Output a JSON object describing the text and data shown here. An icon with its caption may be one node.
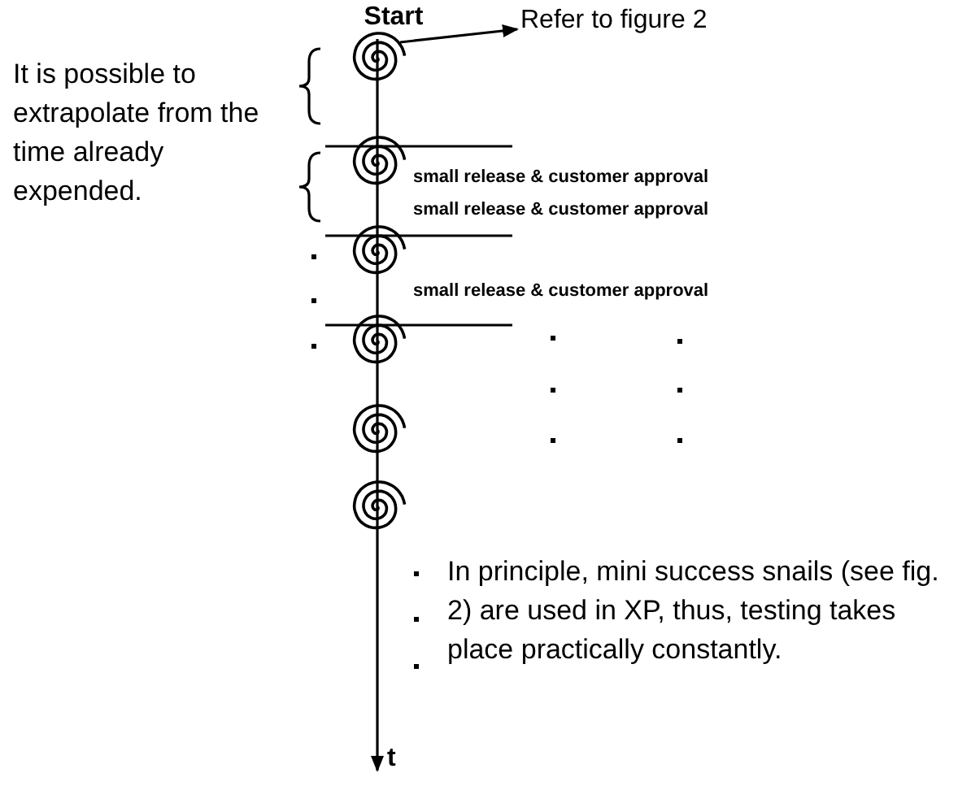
{
  "diagram": {
    "nodes": [
      {
        "text": [
          "Refer to figure 2"
        ]
      },
      {
        "text": [],
        "shape": "spiral"
      },
      {
        "text": [],
        "shape": "spiral"
      },
      {
        "text": [],
        "shape": "spiral"
      },
      {
        "text": [],
        "shape": "spiral"
      },
      {
        "text": [],
        "shape": "spiral"
      },
      {
        "text": [],
        "shape": "spiral"
      }
    ],
    "edges": [
      {
        "from": 1,
        "to": 0,
        "arrow": "to"
      }
    ],
    "labels": [
      "Start",
      "It is possible to extrapolate from the time already expended.",
      "small release & customer approval",
      "small release & customer approval",
      "small release & customer approval",
      "In principle, mini success snails (see fig. 2) are used in XP, thus, testing takes place practically constantly.",
      "t"
    ]
  }
}
